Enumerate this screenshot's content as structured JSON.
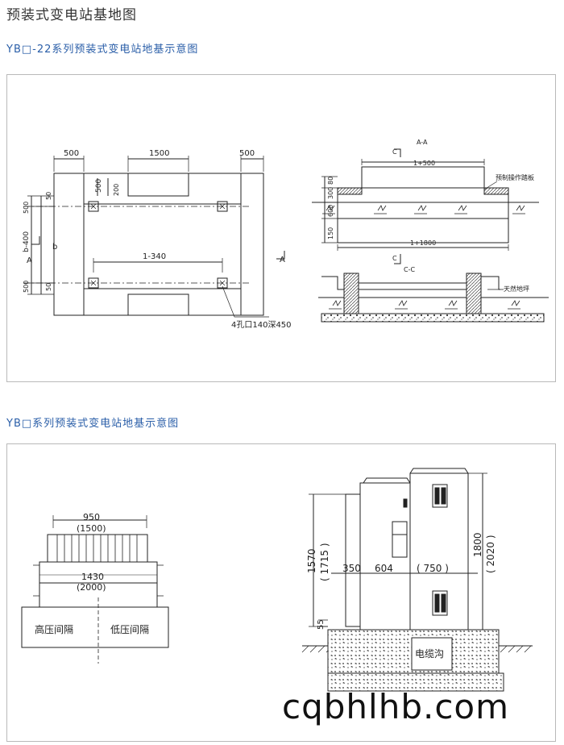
{
  "page_title": "预装式变电站基地图",
  "section1": {
    "title": "YB□-22系列预装式变电站地基示意图",
    "plan": {
      "dim_500_left": "500",
      "dim_1500": "1500",
      "dim_500_right": "500",
      "dim_500_v": "500",
      "dim_200": "200",
      "dim_50_top": "50",
      "dim_500_lt": "500",
      "dim_b400": "b-400",
      "dim_b": "b",
      "dim_50_bottom": "50",
      "dim_500_lb": "500",
      "dim_1_340": "1-340",
      "mark_a_left": "A",
      "mark_a_right": "A",
      "hole_note": "4孔口140深450"
    },
    "section_aa": {
      "title": "A-A",
      "mark_c_top": "C",
      "mark_c_bottom": "C",
      "dim_1_500": "1+500",
      "dim_1_1800": "1+1800",
      "dim_80": "80",
      "dim_300": "300",
      "dim_600": "600",
      "dim_150": "150",
      "label_step": "预制操作踏板"
    },
    "section_cc": {
      "title": "C-C",
      "label_ground": "天然地坪"
    }
  },
  "section2": {
    "title": "YB□系列预装式变电站地基示意图",
    "left": {
      "dim_950": "950",
      "dim_1500": "(1500)",
      "dim_1430": "1430",
      "dim_2000": "(2000)",
      "label_high": "高压间隔",
      "label_low": "低压间隔"
    },
    "right": {
      "dim_1570": "1570",
      "dim_1715": "( 1715 )",
      "dim_1800": "1800",
      "dim_2020": "( 2020 )",
      "dim_350": "350",
      "dim_604": "604",
      "dim_750": "( 750 )",
      "dim_55": "55",
      "label_trench": "电缆沟"
    }
  },
  "watermark": "cqbhlhb.com"
}
